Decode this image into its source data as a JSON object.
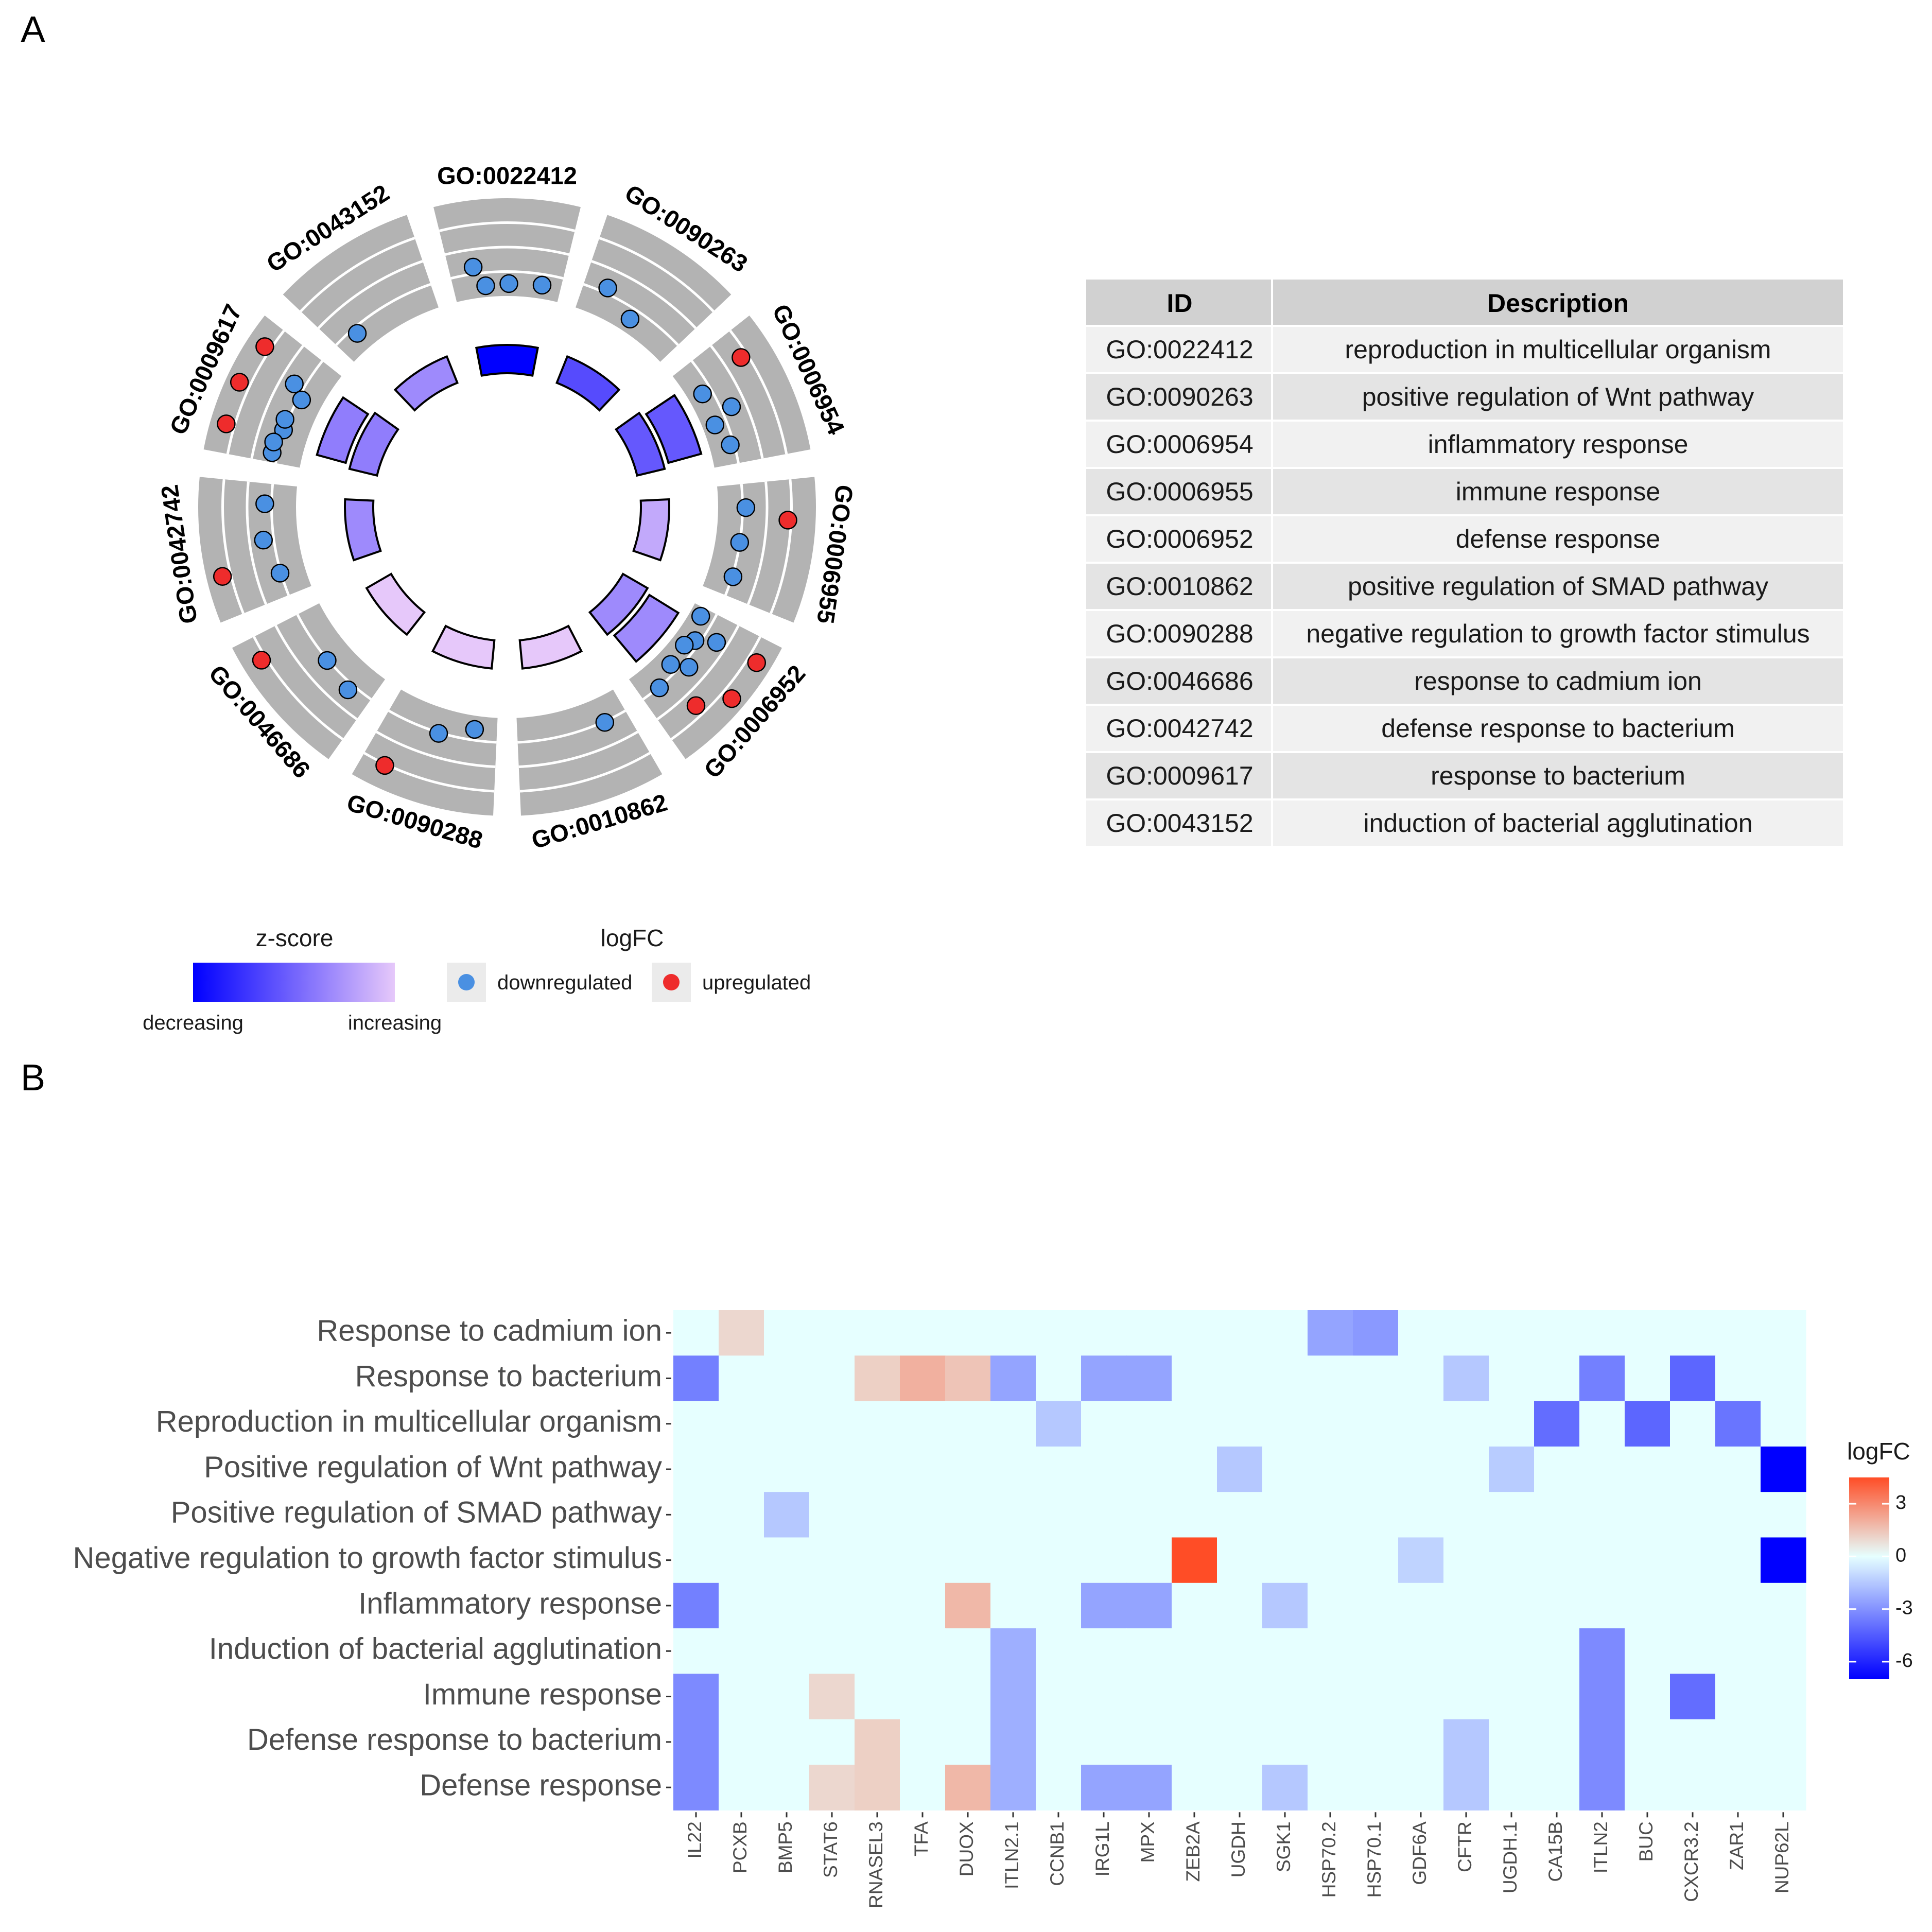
{
  "panels": {
    "a_label": "A",
    "b_label": "B"
  },
  "chart_data": [
    {
      "type": "circular-plot",
      "terms": [
        {
          "id": "GO:0022412",
          "zscore": -3.2,
          "genes": [
            {
              "logFC": -1.5,
              "dir": "down"
            },
            {
              "logFC": -3.1,
              "dir": "down"
            },
            {
              "logFC": -3.0,
              "dir": "down"
            },
            {
              "logFC": -3.2,
              "dir": "down"
            }
          ]
        },
        {
          "id": "GO:0090263",
          "zscore": -2.0,
          "genes": [
            {
              "logFC": -1.6,
              "dir": "down"
            },
            {
              "logFC": -3.0,
              "dir": "down"
            }
          ]
        },
        {
          "id": "GO:0006954",
          "zscore": -1.8,
          "genes": [
            {
              "logFC": 1.5,
              "dir": "up"
            },
            {
              "logFC": -1.2,
              "dir": "down"
            },
            {
              "logFC": -2.4,
              "dir": "down"
            },
            {
              "logFC": -2.9,
              "dir": "down"
            },
            {
              "logFC": -3.1,
              "dir": "down"
            }
          ]
        },
        {
          "id": "GO:0006955",
          "zscore": -0.5,
          "genes": [
            {
              "logFC": -1.8,
              "dir": "down"
            },
            {
              "logFC": -2.1,
              "dir": "down"
            },
            {
              "logFC": -2.0,
              "dir": "down"
            },
            {
              "logFC": 1.8,
              "dir": "up"
            }
          ]
        },
        {
          "id": "GO:0006952",
          "zscore": -1.0,
          "genes": [
            {
              "logFC": -0.9,
              "dir": "down"
            },
            {
              "logFC": -1.5,
              "dir": "down"
            },
            {
              "logFC": -2.0,
              "dir": "down"
            },
            {
              "logFC": -2.5,
              "dir": "down"
            },
            {
              "logFC": -2.8,
              "dir": "down"
            },
            {
              "logFC": -3.2,
              "dir": "down"
            },
            {
              "logFC": -3.0,
              "dir": "down"
            },
            {
              "logFC": 1.2,
              "dir": "up"
            },
            {
              "logFC": 2.9,
              "dir": "up"
            },
            {
              "logFC": 3.0,
              "dir": "up"
            }
          ]
        },
        {
          "id": "GO:0010862",
          "zscore": 0.0,
          "genes": [
            {
              "logFC": -2.0,
              "dir": "down"
            }
          ]
        },
        {
          "id": "GO:0090288",
          "zscore": 0.0,
          "genes": [
            {
              "logFC": -3.0,
              "dir": "down"
            },
            {
              "logFC": -2.0,
              "dir": "down"
            },
            {
              "logFC": 2.2,
              "dir": "up"
            }
          ]
        },
        {
          "id": "GO:0046686",
          "zscore": 0.0,
          "genes": [
            {
              "logFC": -1.5,
              "dir": "down"
            },
            {
              "logFC": -2.0,
              "dir": "down"
            },
            {
              "logFC": 2.5,
              "dir": "up"
            }
          ]
        },
        {
          "id": "GO:0042742",
          "zscore": -1.0,
          "genes": [
            {
              "logFC": -2.0,
              "dir": "down"
            },
            {
              "logFC": -1.2,
              "dir": "down"
            },
            {
              "logFC": -1.5,
              "dir": "down"
            },
            {
              "logFC": 2.8,
              "dir": "up"
            }
          ]
        },
        {
          "id": "GO:0009617",
          "zscore": -1.2,
          "genes": [
            {
              "logFC": 2.8,
              "dir": "up"
            },
            {
              "logFC": 3.0,
              "dir": "up"
            },
            {
              "logFC": 2.6,
              "dir": "up"
            },
            {
              "logFC": -2.0,
              "dir": "down"
            },
            {
              "logFC": -2.4,
              "dir": "down"
            },
            {
              "logFC": -1.6,
              "dir": "down"
            },
            {
              "logFC": -1.8,
              "dir": "down"
            },
            {
              "logFC": -1.2,
              "dir": "down"
            },
            {
              "logFC": -1.5,
              "dir": "down"
            }
          ]
        },
        {
          "id": "GO:0043152",
          "zscore": -1.0,
          "genes": [
            {
              "logFC": -2.6,
              "dir": "down"
            }
          ]
        }
      ],
      "outer_bars": [
        0.0,
        0.0,
        0.95,
        0.0,
        0.95,
        0.0,
        0.0,
        0.0,
        0.0,
        0.85,
        0.0
      ],
      "legend": {
        "zscore_title": "z-score",
        "zscore_low": "decreasing",
        "zscore_high": "increasing",
        "logfc_title": "logFC",
        "down_label": "downregulated",
        "up_label": "upregulated",
        "down_color": "#4A90E2",
        "up_color": "#EE2C2C",
        "zscore_colors": [
          "#0000FF",
          "#E6C8FA"
        ]
      }
    },
    {
      "type": "table",
      "columns": [
        "ID",
        "Description"
      ],
      "rows": [
        [
          "GO:0022412",
          "reproduction in multicellular organism"
        ],
        [
          "GO:0090263",
          "positive regulation of Wnt pathway"
        ],
        [
          "GO:0006954",
          "inflammatory response"
        ],
        [
          "GO:0006955",
          "immune response"
        ],
        [
          "GO:0006952",
          "defense response"
        ],
        [
          "GO:0010862",
          "positive regulation of SMAD pathway"
        ],
        [
          "GO:0090288",
          "negative regulation to growth factor stimulus"
        ],
        [
          "GO:0046686",
          "response to cadmium ion"
        ],
        [
          "GO:0042742",
          "defense response to bacterium"
        ],
        [
          "GO:0009617",
          "response to bacterium"
        ],
        [
          "GO:0043152",
          "induction of bacterial agglutination"
        ]
      ]
    },
    {
      "type": "heatmap",
      "rows": [
        "Response to cadmium ion",
        "Response to bacterium",
        "Reproduction in multicellular organism",
        "Positive regulation of Wnt pathway",
        "Positive regulation of SMAD pathway",
        "Negative regulation to growth factor stimulus",
        "Inflammatory response",
        "Induction of bacterial agglutination",
        "Immune response",
        "Defense response to bacterium",
        "Defense response"
      ],
      "columns": [
        "IL22",
        "PCXB",
        "BMP5",
        "STAT6",
        "RNASEL3",
        "TFA",
        "DUOX",
        "ITLN2.1",
        "CCNB1",
        "IRG1L",
        "MPX",
        "ZEB2A",
        "UGDH",
        "SGK1",
        "HSP70.2",
        "HSP70.1",
        "GDF6A",
        "CFTR",
        "UGDH.1",
        "CA15B",
        "ITLN2",
        "BUC",
        "CXCR3.2",
        "ZAR1",
        "NUP62L"
      ],
      "values": [
        [
          0,
          1.0,
          0,
          0,
          0,
          0,
          0,
          0,
          0,
          0,
          0,
          0,
          0,
          0,
          -2.5,
          -2.8,
          0,
          0,
          0,
          0,
          0,
          0,
          0,
          0,
          0
        ],
        [
          -3.5,
          0,
          0,
          0,
          1.2,
          2.0,
          1.5,
          -2.5,
          0,
          -2.5,
          -2.5,
          0,
          0,
          0,
          0,
          0,
          0,
          -1.5,
          0,
          0,
          -3.5,
          0,
          -4.2,
          0,
          0
        ],
        [
          0,
          0,
          0,
          0,
          0,
          0,
          0,
          0,
          -1.5,
          0,
          0,
          0,
          0,
          0,
          0,
          0,
          0,
          0,
          0,
          -4.0,
          0,
          -4.2,
          0,
          -3.8,
          0
        ],
        [
          0,
          0,
          0,
          0,
          0,
          0,
          0,
          0,
          0,
          0,
          0,
          0,
          -1.5,
          0,
          0,
          0,
          0,
          0,
          -1.4,
          0,
          0,
          0,
          0,
          0,
          -7.0
        ],
        [
          0,
          0,
          -1.5,
          0,
          0,
          0,
          0,
          0,
          0,
          0,
          0,
          0,
          0,
          0,
          0,
          0,
          0,
          0,
          0,
          0,
          0,
          0,
          0,
          0,
          0
        ],
        [
          0,
          0,
          0,
          0,
          0,
          0,
          0,
          0,
          0,
          0,
          0,
          4.5,
          0,
          0,
          0,
          0,
          -1.2,
          0,
          0,
          0,
          0,
          0,
          0,
          0,
          -7.0
        ],
        [
          -3.5,
          0,
          0,
          0,
          0,
          0,
          1.8,
          0,
          0,
          -2.5,
          -2.5,
          0,
          0,
          -1.5,
          0,
          0,
          0,
          0,
          0,
          0,
          0,
          0,
          0,
          0,
          0
        ],
        [
          0,
          0,
          0,
          0,
          0,
          0,
          0,
          -2.2,
          0,
          0,
          0,
          0,
          0,
          0,
          0,
          0,
          0,
          0,
          0,
          0,
          -3.2,
          0,
          0,
          0,
          0
        ],
        [
          -3.2,
          0,
          0,
          1.0,
          0,
          0,
          0,
          -2.2,
          0,
          0,
          0,
          0,
          0,
          0,
          0,
          0,
          0,
          0,
          0,
          0,
          -3.2,
          0,
          -4.0,
          0,
          0
        ],
        [
          -3.2,
          0,
          0,
          0,
          1.2,
          0,
          0,
          -2.2,
          0,
          0,
          0,
          0,
          0,
          0,
          0,
          0,
          0,
          -1.5,
          0,
          0,
          -3.2,
          0,
          0,
          0,
          0
        ],
        [
          -3.2,
          0,
          0,
          1.0,
          1.2,
          0,
          1.8,
          -2.2,
          0,
          -2.5,
          -2.5,
          0,
          0,
          -1.5,
          0,
          0,
          0,
          -1.5,
          0,
          0,
          -3.2,
          0,
          0,
          0,
          0
        ]
      ],
      "colorbar": {
        "title": "logFC",
        "ticks": [
          3,
          0,
          -3,
          -6
        ],
        "min": -7.0,
        "max": 4.5,
        "low_color": "#0000FF",
        "mid_color": "#E6FFFF",
        "high_color": "#FF4D26"
      }
    }
  ]
}
